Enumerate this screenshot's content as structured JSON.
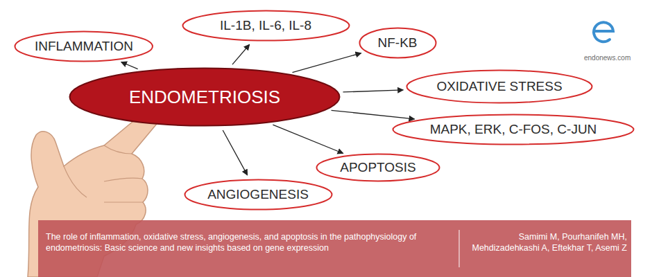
{
  "diagram": {
    "nodes": [
      {
        "text": [
          "ENDOMETRIOSIS"
        ]
      },
      {
        "text": [
          "INFLAMMATION"
        ]
      },
      {
        "text": [
          "IL-1B, IL-6, IL-8"
        ]
      },
      {
        "text": [
          "NF-KB"
        ]
      },
      {
        "text": [
          "OXIDATIVE STRESS"
        ]
      },
      {
        "text": [
          "MAPK, ERK, C-FOS, C-JUN"
        ]
      },
      {
        "text": [
          "APOPTOSIS"
        ]
      },
      {
        "text": [
          "ANGIOGENESIS"
        ]
      }
    ],
    "edges": [
      {
        "from": 0,
        "to": 1,
        "arrow": "to"
      },
      {
        "from": 0,
        "to": 2,
        "arrow": "to"
      },
      {
        "from": 0,
        "to": 3,
        "arrow": "to"
      },
      {
        "from": 0,
        "to": 4,
        "arrow": "to"
      },
      {
        "from": 0,
        "to": 5,
        "arrow": "to"
      },
      {
        "from": 0,
        "to": 6,
        "arrow": "to"
      },
      {
        "from": 0,
        "to": 7,
        "arrow": "to"
      }
    ],
    "labels": [
      "endonews.com",
      "The role of inflammation, oxidative stress, angiogenesis, and apoptosis in the pathophysiology of endometriosis: Basic science and new insights based on gene expression",
      "Samimi M, Pourhanifeh MH, Mehdizadehkashi A, Eftekhar T, Asemi Z"
    ]
  }
}
